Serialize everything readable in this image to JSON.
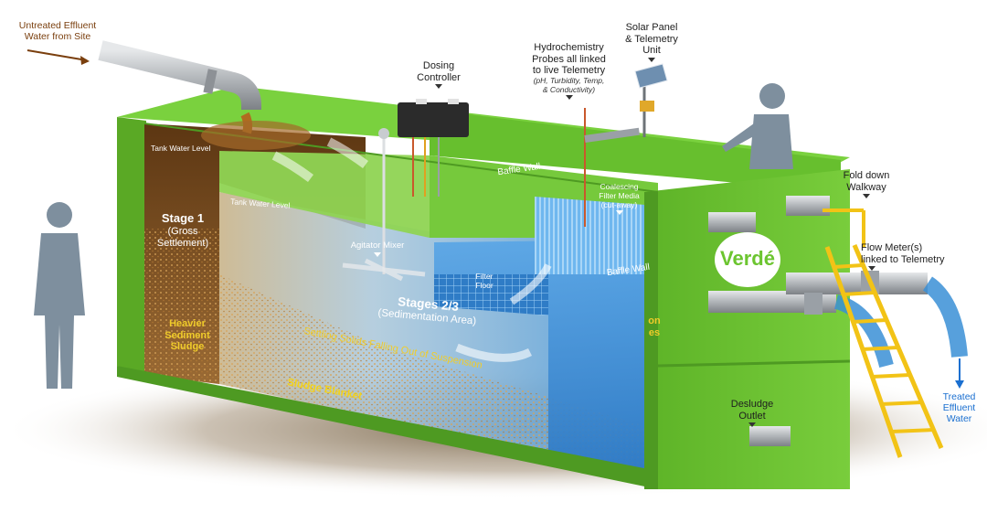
{
  "labels": {
    "inflow_line1": "Untreated Effluent",
    "inflow_line2": "Water from Site",
    "dosing_line1": "Dosing",
    "dosing_line2": "Controller",
    "hydro_line1": "Hydrochemistry",
    "hydro_line2": "Probes all linked",
    "hydro_line3": "to live Telemetry",
    "hydro_line4": "(pH, Turbidity, Temp,",
    "hydro_line5": "& Conductivity)",
    "solar_line1": "Solar Panel",
    "solar_line2": "& Telemetry",
    "solar_line3": "Unit",
    "tank_level_1": "Tank Water Level",
    "tank_level_2": "Tank Water Level",
    "baffle_top": "Baffle Wall",
    "baffle_right": "Baffle Wall",
    "coalescing_line1": "Coalescing",
    "coalescing_line2": "Filter Media",
    "coalescing_line3": "(cut-away)",
    "stage1_title": "Stage 1",
    "stage1_sub1": "(Gross",
    "stage1_sub2": "Settlement)",
    "heavier_line1": "Heavier",
    "heavier_line2": "Sediment",
    "heavier_line3": "Sludge",
    "agitator": "Agitator Mixer",
    "filter_line1": "Filter",
    "filter_line2": "Floor",
    "stages23_title": "Stages 2/3",
    "stages23_sub": "(Sedimentation Area)",
    "settling": "Settling Solids Falling Out of Suspension",
    "sludge_blanket": "Sludge Blanket",
    "partial_on": "on",
    "partial_es": "es",
    "brand": "Verdé",
    "walkway_line1": "Fold down",
    "walkway_line2": "Walkway",
    "flow_line1": "Flow Meter(s)",
    "flow_line2": "linked to Telemetry",
    "desludge_line1": "Desludge",
    "desludge_line2": "Outlet",
    "treated_line1": "Treated",
    "treated_line2": "Effluent",
    "treated_line3": "Water"
  },
  "colors": {
    "tank_green": "#6cc530",
    "tank_green_dark": "#4e9a22",
    "tank_green_light": "#8ad84a",
    "sludge_brown": "#7a4a1c",
    "water_blue": "#3a8fd6",
    "water_light": "#9cc7ea",
    "pipe_grey": "#b9bcc0",
    "person_grey": "#7e8f9e",
    "ladder_yellow": "#f2c316",
    "inflow_text": "#7a3f0e",
    "outflow_text": "#1a6fd0"
  }
}
